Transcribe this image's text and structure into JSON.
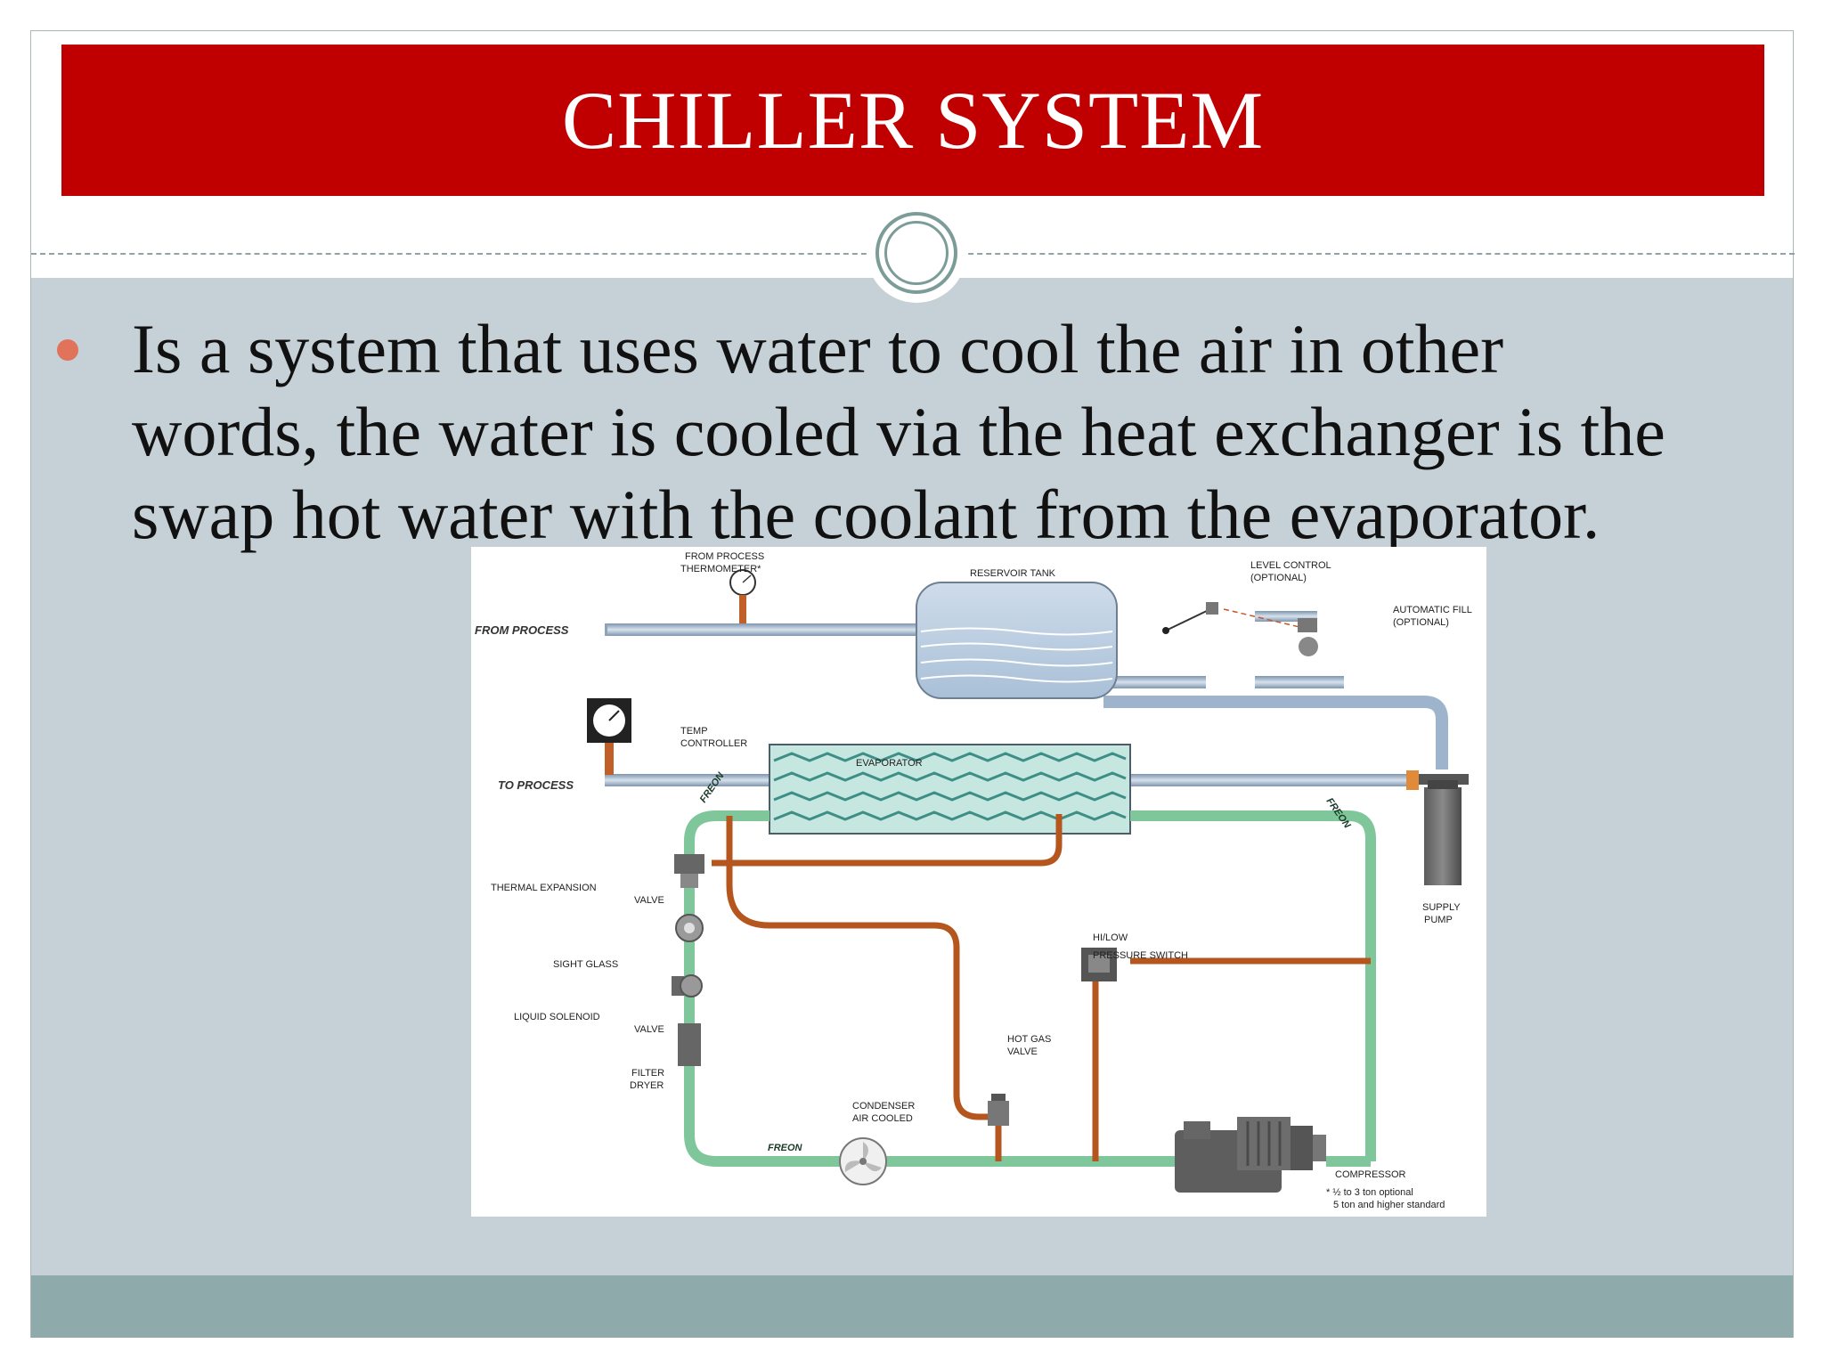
{
  "slide": {
    "title": "CHILLER SYSTEM",
    "bullet": "Is a system that uses water to cool the air in other words, the water is cooled via the heat exchanger is the swap hot water with the coolant from the evaporator."
  },
  "diagram": {
    "labels": {
      "from_process_thermometer_1": "FROM PROCESS",
      "from_process_thermometer_2": "THERMOMETER*",
      "reservoir_tank": "RESERVOIR TANK",
      "level_control_1": "LEVEL CONTROL",
      "level_control_2": "(OPTIONAL)",
      "automatic_fill_1": "AUTOMATIC FILL",
      "automatic_fill_2": "(OPTIONAL)",
      "from_process": "FROM PROCESS",
      "temp_controller_1": "TEMP",
      "temp_controller_2": "CONTROLLER",
      "evaporator": "EVAPORATOR",
      "to_process": "TO PROCESS",
      "freon": "FREON",
      "thermal_expansion_1": "THERMAL EXPANSION",
      "thermal_expansion_2": "VALVE",
      "supply_pump_1": "SUPPLY",
      "supply_pump_2": "PUMP",
      "sight_glass": "SIGHT GLASS",
      "pressure_switch_1": "HI/LOW",
      "pressure_switch_2": "PRESSURE SWITCH",
      "liquid_solenoid_1": "LIQUID SOLENOID",
      "liquid_solenoid_2": "VALVE",
      "hot_gas_1": "HOT GAS",
      "hot_gas_2": "VALVE",
      "filter_dryer_1": "FILTER",
      "filter_dryer_2": "DRYER",
      "condenser_1": "CONDENSER",
      "condenser_2": "AIR COOLED",
      "compressor": "COMPRESSOR",
      "footnote_1": "* ½ to 3 ton optional",
      "footnote_2": "5 ton and higher standard"
    }
  },
  "colors": {
    "title_band": "#c00000",
    "content_bg": "#c5d1d6",
    "footer_bg": "#8eaaaa",
    "bullet": "#e0735a",
    "freon_pipe": "#7fc79a",
    "hot_pipe": "#b5561f",
    "water_pipe": "#9db4cc"
  }
}
